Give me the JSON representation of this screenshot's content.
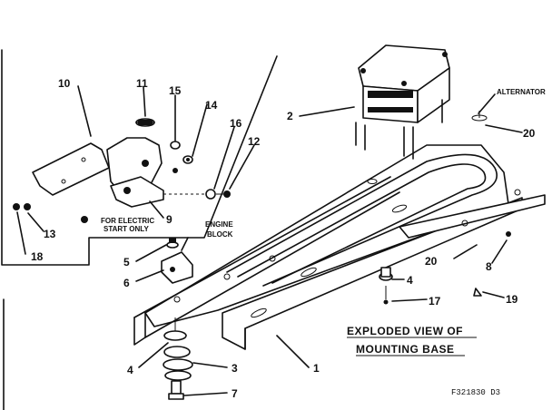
{
  "colors": {
    "ink": "#111111",
    "paper": "#ffffff"
  },
  "callouts": {
    "c1": "1",
    "c2": "2",
    "c3": "3",
    "c4a": "4",
    "c4b": "4",
    "c5": "5",
    "c6": "6",
    "c7": "7",
    "c8": "8",
    "c9": "9",
    "c10": "10",
    "c11": "11",
    "c12": "12",
    "c13": "13",
    "c14": "14",
    "c15": "15",
    "c16": "16",
    "c17": "17",
    "c18": "18",
    "c19": "19",
    "c20a": "20",
    "c20b": "20"
  },
  "labels": {
    "alternator": "ALTERNATOR",
    "engine_block_1": "ENGINE",
    "engine_block_2": "BLOCK",
    "electric_start_1": "FOR ELECTRIC",
    "electric_start_2": "START ONLY"
  },
  "title": {
    "line1": "EXPLODED  VIEW  OF",
    "line2": "MOUNTING  BASE"
  },
  "figure_code": "F321830  D3"
}
